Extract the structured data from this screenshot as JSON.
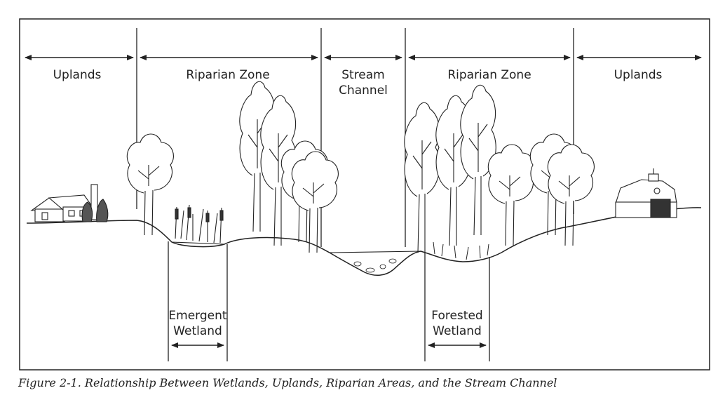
{
  "zones": {
    "uplands_left": "Uplands",
    "riparian_left": "Riparian Zone",
    "stream_line1": "Stream",
    "stream_line2": "Channel",
    "riparian_right": "Riparian Zone",
    "uplands_right": "Uplands"
  },
  "wetlands": {
    "emergent_line1": "Emergent",
    "emergent_line2": "Wetland",
    "forested_line1": "Forested",
    "forested_line2": "Wetland"
  },
  "caption": "Figure 2-1. Relationship Between Wetlands, Uplands, Riparian Areas, and the Stream Channel",
  "colors": {
    "ink": "#222222",
    "background": "#ffffff"
  }
}
